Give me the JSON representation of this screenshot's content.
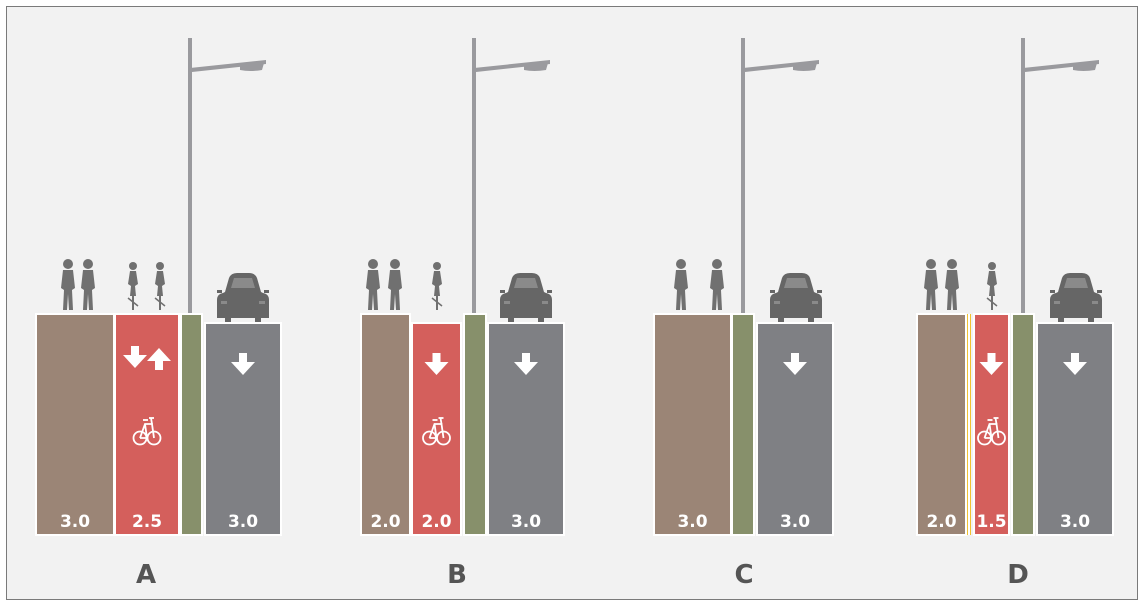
{
  "colors": {
    "sidewalk": "#9b8576",
    "bike_lane": "#d45f5c",
    "verge": "#87906b",
    "road": "#7f8084",
    "figures": "#707070",
    "lamp": "#9a9a9e",
    "car": "#666666",
    "separator": "#f2c230",
    "background": "#f2f2f2"
  },
  "icons": [
    "pedestrian-icon",
    "cyclist-icon",
    "streetlight-icon",
    "car-icon",
    "arrow-down-icon",
    "arrow-up-icon",
    "bicycle-icon"
  ],
  "sections": [
    {
      "id": "A",
      "label": "A",
      "lanes": [
        {
          "type": "sidewalk",
          "label": "3.0"
        },
        {
          "type": "bike",
          "label": "2.5",
          "arrows": [
            "down",
            "up"
          ]
        },
        {
          "type": "verge",
          "label": ""
        },
        {
          "type": "road",
          "label": "3.0",
          "arrows": [
            "down"
          ]
        }
      ]
    },
    {
      "id": "B",
      "label": "B",
      "lanes": [
        {
          "type": "sidewalk",
          "label": "2.0"
        },
        {
          "type": "bike",
          "label": "2.0",
          "arrows": [
            "down"
          ]
        },
        {
          "type": "verge",
          "label": ""
        },
        {
          "type": "road",
          "label": "3.0",
          "arrows": [
            "down"
          ]
        }
      ]
    },
    {
      "id": "C",
      "label": "C",
      "lanes": [
        {
          "type": "sidewalk",
          "label": "3.0"
        },
        {
          "type": "verge",
          "label": ""
        },
        {
          "type": "road",
          "label": "3.0",
          "arrows": [
            "down"
          ]
        }
      ]
    },
    {
      "id": "D",
      "label": "D",
      "lanes": [
        {
          "type": "sidewalk",
          "label": "2.0"
        },
        {
          "type": "separator-line",
          "label": ""
        },
        {
          "type": "bike",
          "label": "1.5",
          "arrows": [
            "down"
          ]
        },
        {
          "type": "verge",
          "label": ""
        },
        {
          "type": "road",
          "label": "3.0",
          "arrows": [
            "down"
          ]
        }
      ]
    }
  ]
}
